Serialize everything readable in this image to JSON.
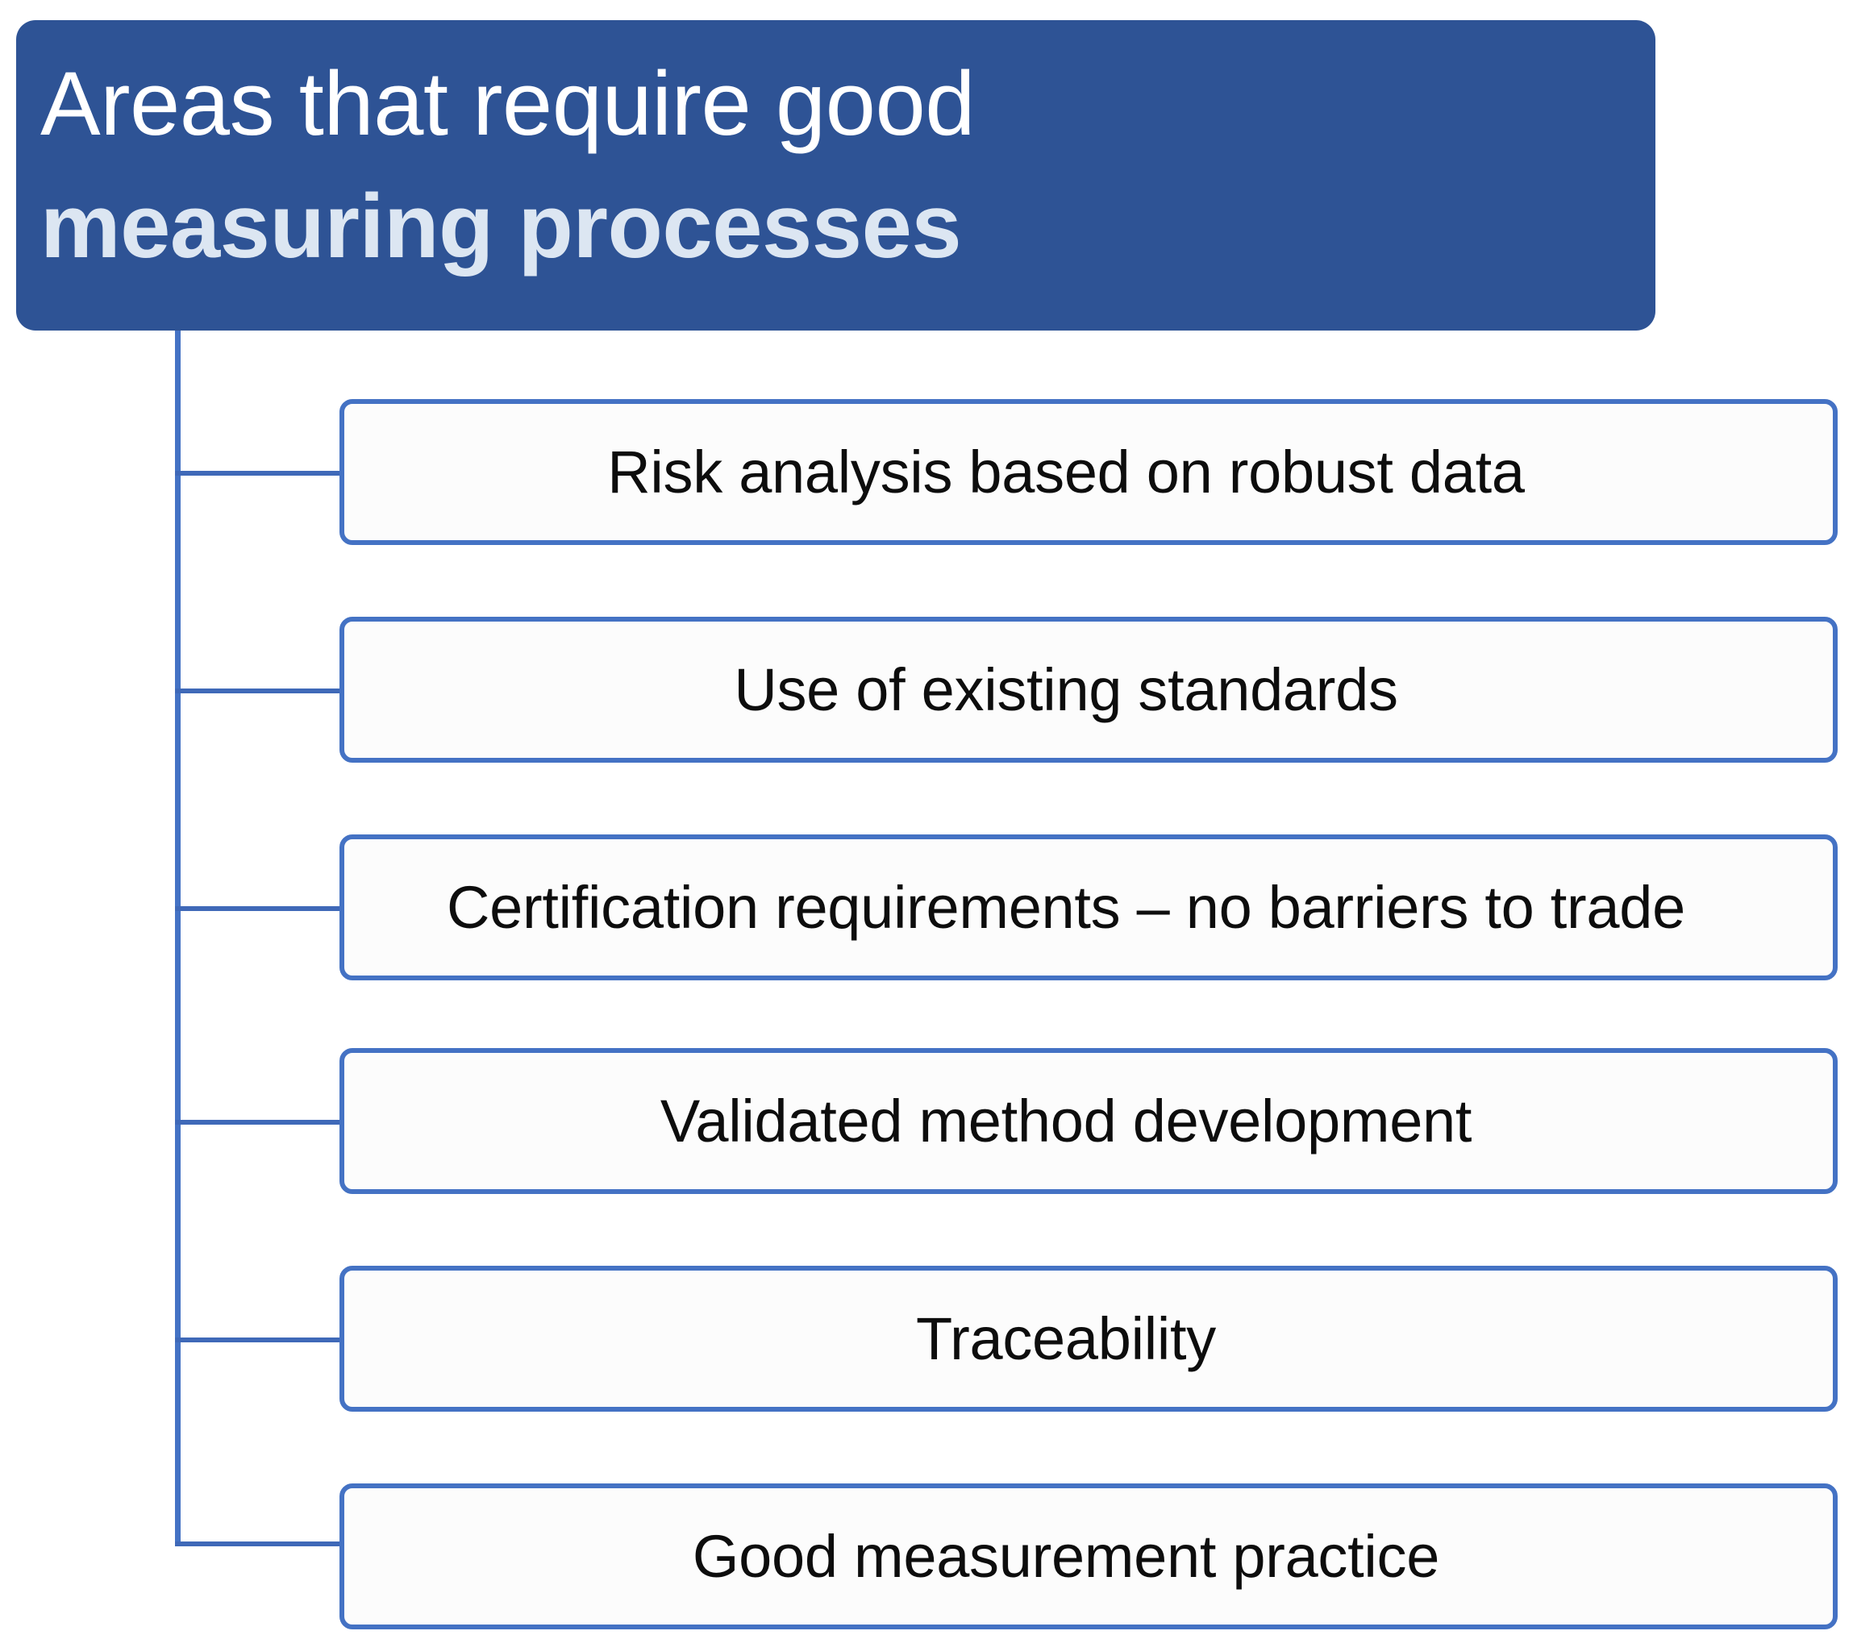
{
  "diagram": {
    "type": "hierarchy-tree",
    "orientation": "vertical-trunk-right-branches",
    "colors": {
      "root_fill": "#2E5395",
      "root_text_line1": "#FFFFFF",
      "root_text_line2": "#DCE6F2",
      "branch_line": "#4472C4",
      "leaf_border": "#4472C4",
      "leaf_fill": "#FCFCFC",
      "leaf_text": "#0D0D0D",
      "canvas": "#FFFFFF"
    },
    "root": {
      "line1": "Areas that require good",
      "line2": "measuring processes"
    },
    "leaves": [
      {
        "label": "Risk analysis based on robust data"
      },
      {
        "label": "Use of existing standards"
      },
      {
        "label": "Certification requirements – no barriers to trade"
      },
      {
        "label": "Validated method development"
      },
      {
        "label": "Traceability"
      },
      {
        "label": "Good measurement  practice"
      }
    ]
  }
}
